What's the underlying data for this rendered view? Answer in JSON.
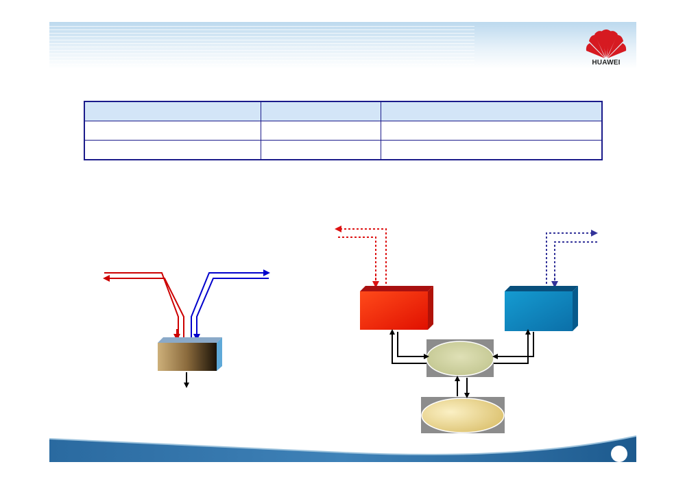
{
  "header": {
    "logo_text": "HUAWEI",
    "logo_icon": "huawei-petals-logo",
    "band_color": "#bcd9ee"
  },
  "table": {
    "columns": 3,
    "rows": 3,
    "header_row_color": "#d3e5f7",
    "border_color": "#1a1a8a",
    "cells": [
      [
        "",
        "",
        ""
      ],
      [
        "",
        "",
        ""
      ],
      [
        "",
        "",
        ""
      ]
    ]
  },
  "left_diagram": {
    "box_colors": [
      "#cdb07a",
      "#1a1208"
    ],
    "in_arrow_color": "#cc0000",
    "out_arrow_color": "#0000cc"
  },
  "right_diagram": {
    "left_box_color": "#ff3a10",
    "right_box_color": "#0b8cc4",
    "top_ellipse_color": "#cfd3a0",
    "bottom_ellipse_color": "#ecd98e",
    "dotted_left_color": "#dd1111",
    "dotted_right_color": "#333399"
  },
  "footer": {
    "band_color": "#1f5e92"
  }
}
